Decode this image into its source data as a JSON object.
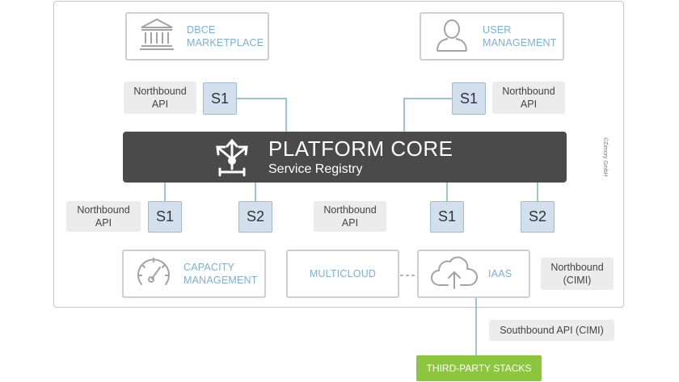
{
  "boxes": {
    "dbce": "DBCE\nMARKETPLACE",
    "user": "USER\nMANAGEMENT",
    "capacity": "CAPACITY\nMANAGEMENT",
    "multicloud": "MULTICLOUD",
    "iaas": "IAAS"
  },
  "core": {
    "title": "PLATFORM CORE",
    "subtitle": "Service Registry"
  },
  "labels": {
    "northbound_api": "Northbound\nAPI",
    "northbound_cimi": "Northbound\n(CIMI)",
    "southbound_api": "Southbound API (CIMI)"
  },
  "services": {
    "s1": "S1",
    "s2": "S2"
  },
  "third_party": "THIRD-PARTY STACKS",
  "copyright": "©Zimory GmbH",
  "colors": {
    "core": "#4a4a4a",
    "service_fill": "#d2e0ee",
    "line": "#7aaed3",
    "accent_text": "#7dafd8",
    "green": "#8cc63f"
  },
  "icons": {
    "dbce": "bank-icon",
    "user": "user-icon",
    "capacity": "gauge-icon",
    "iaas": "cloud-upload-icon",
    "core": "network-hub-icon"
  }
}
